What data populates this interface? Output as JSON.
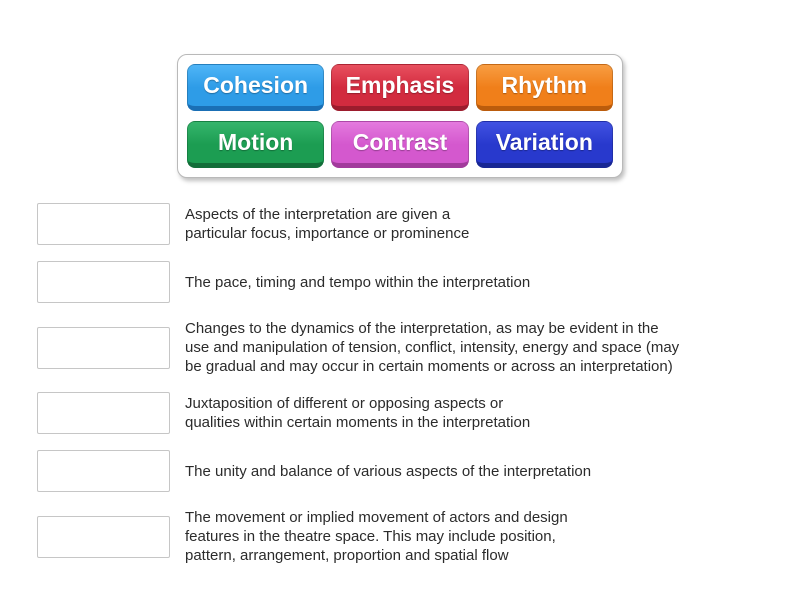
{
  "page": {
    "background": "#ffffff"
  },
  "word_bank": {
    "tiles": [
      {
        "label": "Cohesion",
        "base": "#2e9ce7",
        "light": "#4fb5f7",
        "dark": "#1a6fb5"
      },
      {
        "label": "Emphasis",
        "base": "#d22b3f",
        "light": "#e8505f",
        "dark": "#9c1c2d"
      },
      {
        "label": "Rhythm",
        "base": "#f07f1a",
        "light": "#f89d42",
        "dark": "#bb5c0c"
      },
      {
        "label": "Motion",
        "base": "#1c9d52",
        "light": "#35b56c",
        "dark": "#126e39"
      },
      {
        "label": "Contrast",
        "base": "#d458ce",
        "light": "#e47ade",
        "dark": "#a23a9c"
      },
      {
        "label": "Variation",
        "base": "#2839cd",
        "light": "#4152e2",
        "dark": "#182794"
      }
    ]
  },
  "match_items": [
    {
      "definition": "Aspects of the interpretation are given a\nparticular focus, importance or prominence"
    },
    {
      "definition": "The pace, timing and tempo within the interpretation"
    },
    {
      "definition": "Changes to the dynamics of the interpretation, as may be evident in the\nuse and manipulation of tension, conflict, intensity, energy and space (may\nbe gradual and may occur in certain moments or across an interpretation)"
    },
    {
      "definition": "Juxtaposition of different or opposing aspects or\nqualities within certain moments in the interpretation"
    },
    {
      "definition": "The unity and balance of various aspects of the interpretation"
    },
    {
      "definition": "The movement or implied movement of actors and design\nfeatures in the theatre space. This may include position,\npattern, arrangement, proportion and spatial flow"
    }
  ]
}
